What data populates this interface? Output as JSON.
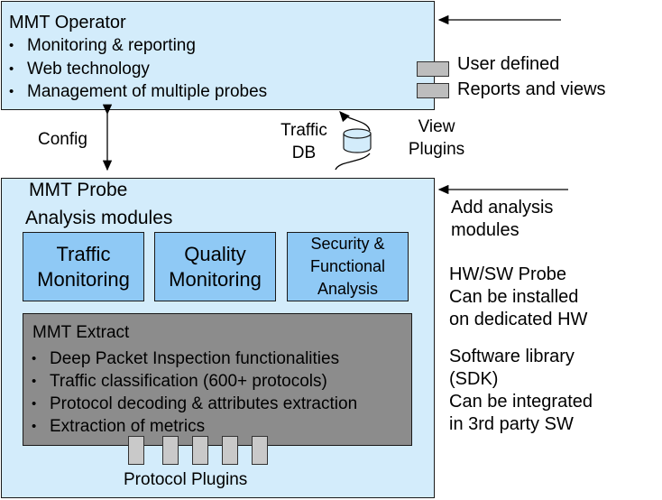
{
  "operator": {
    "title": "MMT Operator",
    "bullets": [
      "Monitoring & reporting",
      "Web technology",
      "Management of multiple probes"
    ]
  },
  "legend": {
    "user_defined": "User defined",
    "reports_views": "Reports and views"
  },
  "middle": {
    "config": "Config",
    "traffic_db": "Traffic\nDB",
    "view_plugins": "View\nPlugins"
  },
  "probe": {
    "title": "MMT Probe",
    "analysis_modules": "Analysis modules",
    "modules": [
      "Traffic\nMonitoring",
      "Quality\nMonitoring",
      "Security &\nFunctional\nAnalysis"
    ]
  },
  "extract": {
    "title": "MMT Extract",
    "bullets": [
      "Deep Packet Inspection functionalities",
      "Traffic classification (600+ protocols)",
      "Protocol decoding & attributes extraction",
      "Extraction of metrics"
    ]
  },
  "protocol_plugins": "Protocol Plugins",
  "side_notes": {
    "add_analysis": "Add analysis\nmodules",
    "hw_sw_probe": "HW/SW Probe\nCan be installed\non dedicated HW",
    "software_library": "Software library\n(SDK)\nCan be integrated\nin 3rd party SW"
  }
}
